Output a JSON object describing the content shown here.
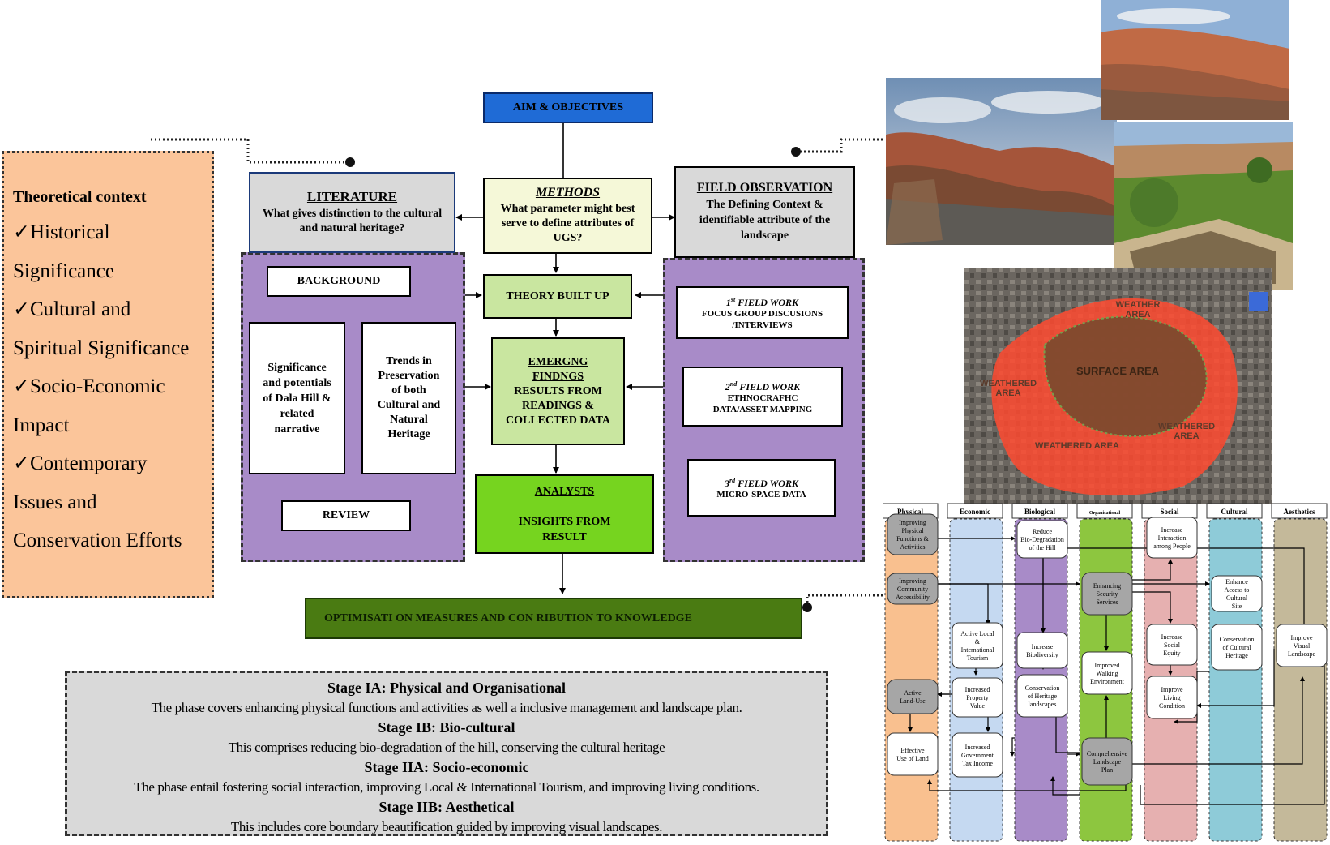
{
  "theory": {
    "title": "Theoretical context",
    "check": "✓",
    "items": [
      [
        "Historical",
        "Significance"
      ],
      [
        "Cultural and",
        "Spiritual Significance"
      ],
      [
        "Socio-Economic",
        "Impact"
      ],
      [
        "Contemporary",
        "Issues and",
        "Conservation Efforts"
      ]
    ]
  },
  "flow": {
    "aim": "AIM & OBJECTIVES",
    "literature": {
      "title": "LITERATURE",
      "question": "What gives distinction to the cultural and natural heritage?"
    },
    "methods": {
      "title": "METHODS",
      "question": "What parameter might best serve to define attributes of UGS?"
    },
    "field": {
      "title": "FIELD OBSERVATION",
      "question": "The Defining Context & identifiable attribute of the landscape"
    },
    "background": "BACKGROUND",
    "significance": "Significance and potentials of Dala Hill & related narrative",
    "trends": "Trends in Preservation of both Cultural and Natural Heritage",
    "review": "REVIEW",
    "theory_built": "THEORY BUILT UP",
    "emerging": {
      "title": "EMERGNG FINDNGS",
      "body": "RESULTS FROM READINGS & COLLECTED DATA"
    },
    "analysts": {
      "title": "ANALYSTS",
      "body": "INSIGHTS FROM RESULT"
    },
    "fieldworks": [
      {
        "num": "1",
        "sup": "st",
        "label": " FIELD WORK",
        "body": "FOCUS GROUP DISCUSIONS /INTERVIEWS"
      },
      {
        "num": "2",
        "sup": "nd",
        "label": " FIELD WORK",
        "body": "ETHNOCRAFHC DATA/ASSET MAPPING"
      },
      {
        "num": "3",
        "sup": "rd",
        "label": " FIELD WORK",
        "body": "MICRO-SPACE DATA"
      }
    ],
    "optimisation": "OPTIMISATI ON MEASURES AND CON RIBUTION TO KNOWLEDGE"
  },
  "stages": [
    {
      "title": "Stage IA: Physical and Organisational",
      "desc": "The phase covers enhancing physical functions and activities  as well  a inclusive management and landscape plan."
    },
    {
      "title": "Stage IB: Bio-cultural",
      "desc": "This comprises reducing bio-degradation of the hill, conserving the cultural heritage"
    },
    {
      "title": "Stage IIA: Socio-economic",
      "desc": "The phase entail fostering social interaction, improving  Local & International Tourism, and improving living conditions."
    },
    {
      "title": "Stage IIB: Aesthetical",
      "desc": "This includes core boundary beautification guided by improving visual landscapes."
    }
  ],
  "map_labels": {
    "surface": "SURFACE AREA",
    "weather_top": "WEATHER AREA",
    "weathered_left": "WEATHERED AREA",
    "weathered_bottom": "WEATHERED AREA",
    "weathered_right": "WEATHERED AREA"
  },
  "matrix": {
    "columns": [
      {
        "name": "Physical",
        "color": "#f9c08f"
      },
      {
        "name": "Economic",
        "color": "#c5d9f1"
      },
      {
        "name": "Biological",
        "color": "#a88bc8"
      },
      {
        "name": "Organisational",
        "color": "#8dc63f"
      },
      {
        "name": "Social",
        "color": "#e6b0b0"
      },
      {
        "name": "Cultural",
        "color": "#8ecbd8"
      },
      {
        "name": "Aesthetics",
        "color": "#c4b99a"
      }
    ],
    "nodes": {
      "phys1": "Improving Physical Functions & Activities",
      "phys2": "Improving Community Accessibility",
      "phys3": "Active Land-Use",
      "phys4": "Effective Use of Land",
      "eco1": "Active Local & International Tourism",
      "eco2": "Increased Property Value",
      "eco3": "Increased Government Tax Income",
      "bio1": "Reduce Bio-Degradation of the Hill",
      "bio2": "Increase Biodiversity",
      "bio3": "Conservation of Heritage landscapes",
      "org1": "Enhancing Security Services",
      "org2": "Improved Walking Environment",
      "org3": "Comprehensive Landscape Plan",
      "soc1": "Increase Interaction among People",
      "soc2": "Increase Social Equity",
      "soc3": "Improve Living Condition",
      "cul1": "Enhance Access to Cultural Site",
      "cul2": "Conservation of Cultural Heritage",
      "aes1": "Improve Visual Landscape"
    }
  }
}
